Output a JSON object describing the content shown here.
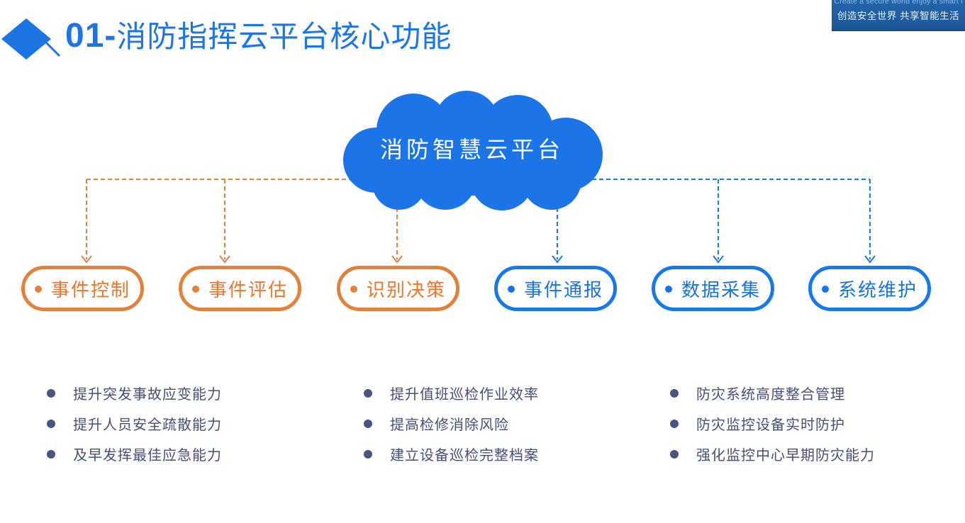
{
  "header": {
    "title_number": "01-",
    "title_text": "消防指挥云平台核心功能",
    "banner_line1": "Create a secure world  enjoy a smart l",
    "banner_line2": "创造安全世界 共享智能生活"
  },
  "cloud": {
    "label": "消防智慧云平台"
  },
  "nodes": [
    {
      "label": "事件控制",
      "group": "orange"
    },
    {
      "label": "事件评估",
      "group": "orange"
    },
    {
      "label": "识别决策",
      "group": "orange"
    },
    {
      "label": "事件通报",
      "group": "blue"
    },
    {
      "label": "数据采集",
      "group": "blue"
    },
    {
      "label": "系统维护",
      "group": "blue"
    }
  ],
  "benefit_columns": [
    {
      "items": [
        "提升突发事故应变能力",
        "提升人员安全疏散能力",
        "及早发挥最佳应急能力"
      ]
    },
    {
      "items": [
        "提升值班巡检作业效率",
        "提高检修消除风险",
        "建立设备巡检完整档案"
      ]
    },
    {
      "items": [
        "防灾系统高度整合管理",
        "防灾监控设备实时防护",
        "强化监控中心早期防灾能力"
      ]
    }
  ],
  "colors": {
    "title-blue": "#1B75E3",
    "cloud-blue": "#1B74E8",
    "node-blue": "#1778E8",
    "node-blue-text": "#1473E6",
    "node-orange": "#E0813C",
    "node-orange-text": "#EE7428",
    "bullet-text": "#454F78",
    "bullet-dot": "#4A547E",
    "banner-bg": "#1F5C9E",
    "banner-text": "#EAF5FF",
    "banner-subtext": "#8FBCE8"
  }
}
